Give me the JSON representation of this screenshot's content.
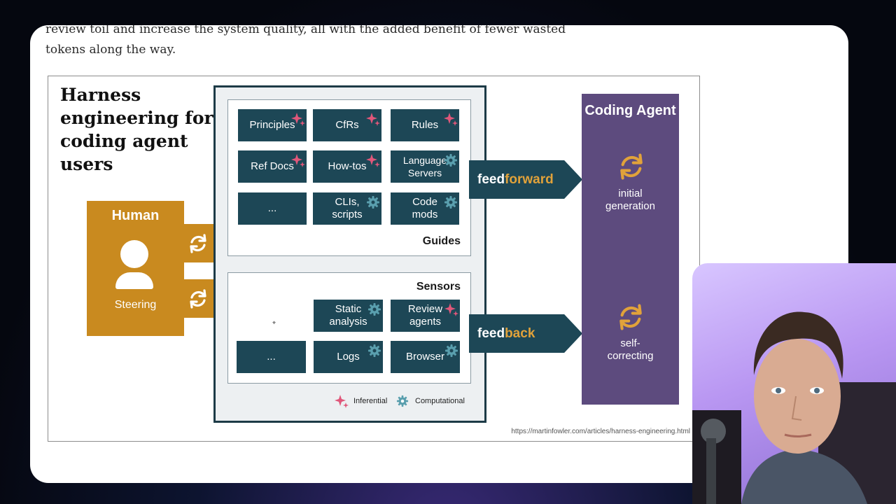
{
  "intro_text": "review toil and increase the system quality, all with the added benefit of fewer wasted tokens along the way.",
  "diagram": {
    "title": "Harness engineering for coding agent users",
    "human": {
      "title": "Human",
      "label": "Steering"
    },
    "guides": {
      "label": "Guides",
      "tiles": [
        {
          "label": "Principles",
          "kind": "inferential"
        },
        {
          "label": "CfRs",
          "kind": "inferential"
        },
        {
          "label": "Rules",
          "kind": "inferential"
        },
        {
          "label": "Ref Docs",
          "kind": "inferential"
        },
        {
          "label": "How-tos",
          "kind": "inferential"
        },
        {
          "label": "Language\nServers",
          "kind": "computational"
        },
        {
          "label": "...",
          "kind": "none"
        },
        {
          "label": "CLIs,\nscripts",
          "kind": "computational"
        },
        {
          "label": "Code\nmods",
          "kind": "computational"
        }
      ]
    },
    "sensors": {
      "label": "Sensors",
      "tiles": [
        {
          "label": "Static\nanalysis",
          "kind": "computational"
        },
        {
          "label": "Review\nagents",
          "kind": "inferential"
        },
        {
          "label": "...",
          "kind": "none"
        },
        {
          "label": "Logs",
          "kind": "computational"
        },
        {
          "label": "Browser",
          "kind": "computational"
        }
      ]
    },
    "legend": {
      "inferential": "Inferential",
      "computational": "Computational"
    },
    "feedforward": {
      "prefix": "feed",
      "accent": "forward"
    },
    "feedback": {
      "prefix": "feed",
      "accent": "back"
    },
    "agent": {
      "title": "Coding Agent",
      "initial": "initial\ngeneration",
      "self": "self-\ncorrecting"
    },
    "source_url": "https://martinfowler.com/articles/harness-engineering.html"
  },
  "colors": {
    "teal": "#1d4756",
    "human_orange": "#c98a1f",
    "agent_purple": "#5d4b7e",
    "inferential_pink": "#e0577a",
    "computational_teal": "#5a9fae",
    "accent_orange": "#e1a23a"
  },
  "icons": {
    "inferential": "sparkle-icon",
    "computational": "gear-icon",
    "cycle": "refresh-icon"
  }
}
